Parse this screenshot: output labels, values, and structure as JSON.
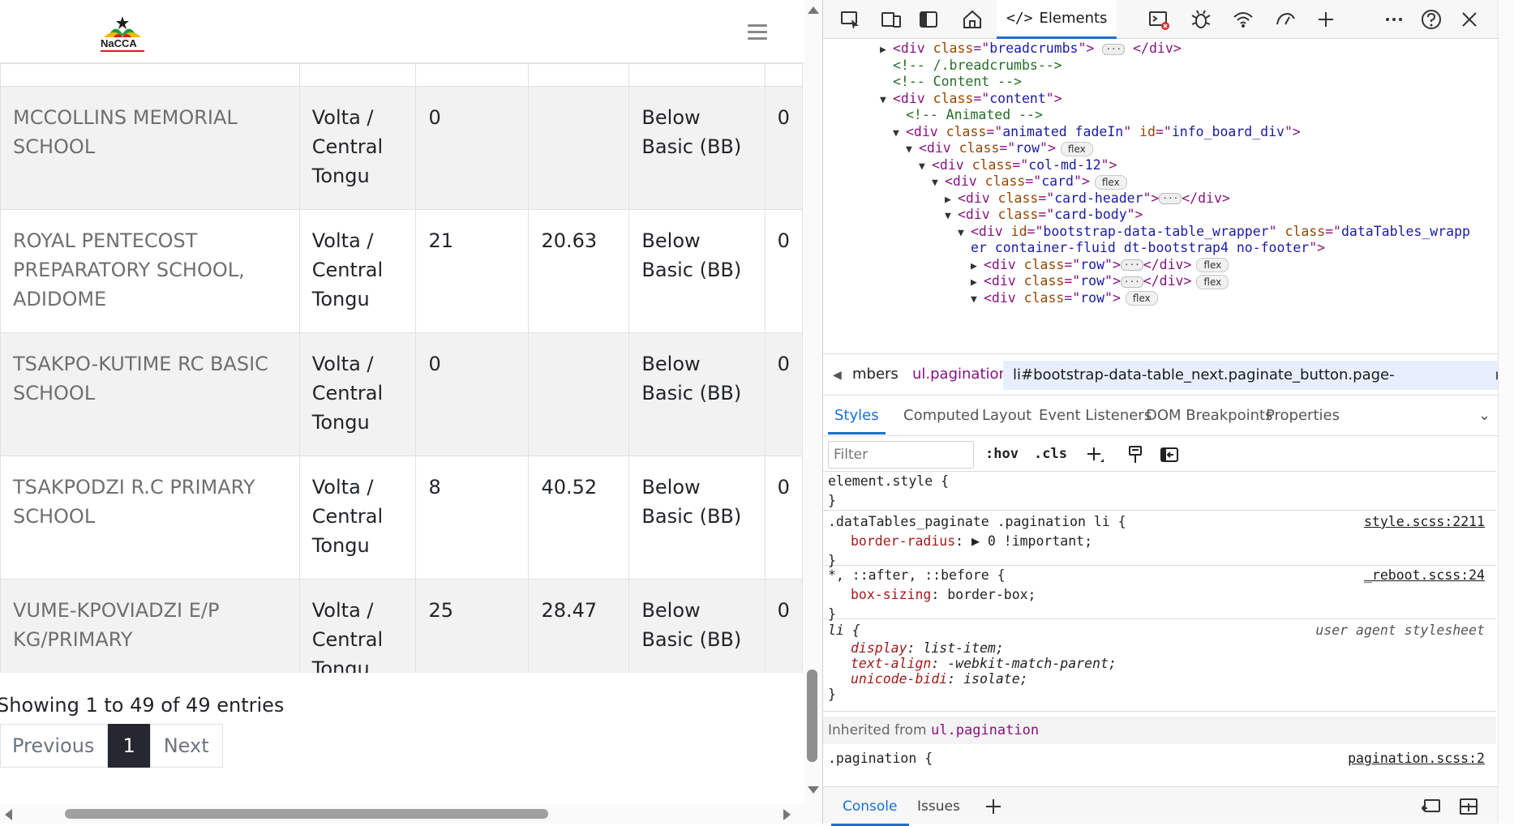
{
  "site": {
    "logo_text": "NaCCA",
    "rows": [
      {
        "name": "MCCOLLINS MEMORIAL SCHOOL",
        "region": "Volta / Central Tongu",
        "count": "0",
        "score": "",
        "level": "Below Basic (BB)",
        "extra": "0"
      },
      {
        "name": "ROYAL PENTECOST PREPARATORY SCHOOL, ADIDOME",
        "region": "Volta / Central Tongu",
        "count": "21",
        "score": "20.63",
        "level": "Below Basic (BB)",
        "extra": "0"
      },
      {
        "name": "TSAKPO-KUTIME RC BASIC SCHOOL",
        "region": "Volta / Central Tongu",
        "count": "0",
        "score": "",
        "level": "Below Basic (BB)",
        "extra": "0"
      },
      {
        "name": "TSAKPODZI R.C PRIMARY SCHOOL",
        "region": "Volta / Central Tongu",
        "count": "8",
        "score": "40.52",
        "level": "Below Basic (BB)",
        "extra": "0"
      },
      {
        "name": "VUME-KPOVIADZI E/P KG/PRIMARY",
        "region": "Volta / Central Tongu",
        "count": "25",
        "score": "28.47",
        "level": "Below Basic (BB)",
        "extra": "0"
      }
    ],
    "info": "Showing 1 to 49 of 49 entries",
    "pagination": {
      "previous": "Previous",
      "page": "1",
      "next": "Next"
    }
  },
  "devtools": {
    "elements_tab": "Elements",
    "dom": {
      "l1_class": "breadcrumbs",
      "l2_comment": "<!-- /.breadcrumbs-->",
      "l3_comment": "<!-- Content -->",
      "l4_class": "content",
      "l5_comment": "<!-- Animated -->",
      "l6_class": "animated fadeIn",
      "l6_id": "info_board_div",
      "l7_class": "row",
      "l8_class": "col-md-12",
      "l9_class": "card",
      "l10_class": "card-header",
      "l11_class": "card-body",
      "l12_id": "bootstrap-data-table_wrapper",
      "l12_class_a": "dataTables_wrapp",
      "l12_class_b": "er container-fluid dt-bootstrap4 no-footer",
      "l13_class": "row",
      "l14_class": "row",
      "l15_class": "row",
      "badge_flex": "flex"
    },
    "crumbs": {
      "c1": "mbers",
      "c2": "ul.pagination",
      "c3": "li#bootstrap-data-table_next.paginate_button.page-item.next.disabled"
    },
    "style_tabs": [
      "Styles",
      "Computed",
      "Layout",
      "Event Listeners",
      "DOM Breakpoints",
      "Properties"
    ],
    "filter_placeholder": "Filter",
    "hov": ":hov",
    "cls": ".cls",
    "rules": {
      "r1_sel": "element.style {",
      "r2_sel": ".dataTables_paginate .pagination li {",
      "r2_src": "style.scss:2211",
      "r2_prop": "border-radius",
      "r2_val": "0 !important;",
      "r3_sel": "*, ::after, ::before {",
      "r3_src": "_reboot.scss:24",
      "r3_prop": "box-sizing",
      "r3_val": "border-box;",
      "r4_sel": "li {",
      "r4_src": "user agent stylesheet",
      "r4_p1": "display",
      "r4_v1": "list-item;",
      "r4_p2": "text-align",
      "r4_v2": "-webkit-match-parent;",
      "r4_p3": "unicode-bidi",
      "r4_v3": "isolate;",
      "r5_sel": ".pagination {",
      "r5_src": "pagination.scss:2"
    },
    "inherited_label": "Inherited from",
    "inherited_from": "ul.pagination",
    "drawer": {
      "console": "Console",
      "issues": "Issues"
    }
  }
}
